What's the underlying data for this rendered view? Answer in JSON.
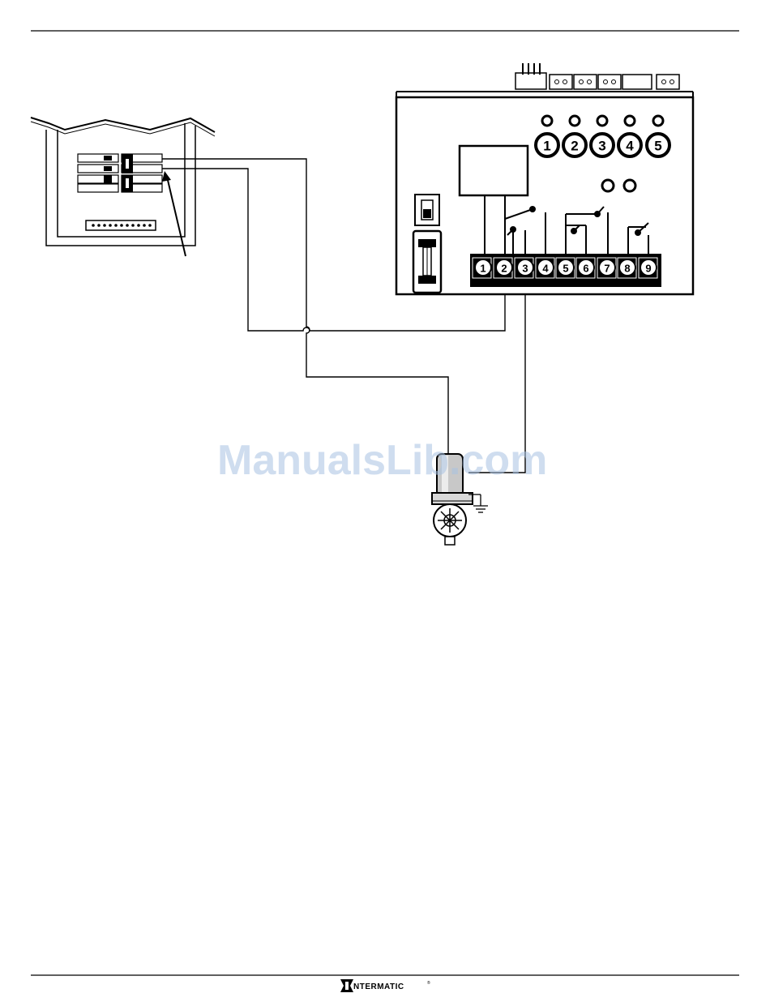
{
  "page": {
    "header_rule": "top-rule",
    "footer_rule": "bottom-rule"
  },
  "colors": {
    "ink": "#000000",
    "paper": "#ffffff",
    "watermark": "#a9c3e3",
    "panel_fill": "#e8e8e8",
    "valve_fill": "#c8c8c8"
  },
  "controller": {
    "zone_labels": [
      "1",
      "2",
      "3",
      "4",
      "5"
    ],
    "terminal_labels": [
      "1",
      "2",
      "3",
      "4",
      "5",
      "6",
      "7",
      "8",
      "9"
    ]
  },
  "breaker_panel": {
    "icon": "breaker-panel-icon"
  },
  "valve": {
    "icon": "solenoid-valve-icon",
    "ground_icon": "ground-symbol-icon"
  },
  "watermark": {
    "text": "ManualsLib.com"
  },
  "footer": {
    "logo_icon": "intermatic-logo-icon",
    "brand_text": "NTERMATIC",
    "registered_mark": "®"
  }
}
